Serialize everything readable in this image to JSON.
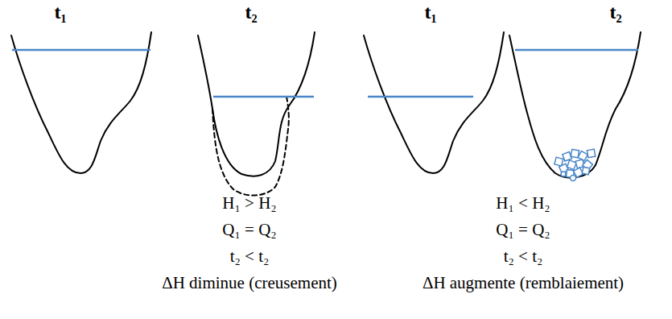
{
  "diagram": {
    "labels": [
      "t₁",
      "t₂",
      "t₁",
      "t₂",
      "H₁ > H₂",
      "Q₁ = Q₂",
      "t₂ < t₂",
      "ΔH diminue (creusement)",
      "H₁ < H₂",
      "Q₁ = Q₂",
      "t₂ < t₂",
      "ΔH augmente (remblaiement)"
    ]
  }
}
